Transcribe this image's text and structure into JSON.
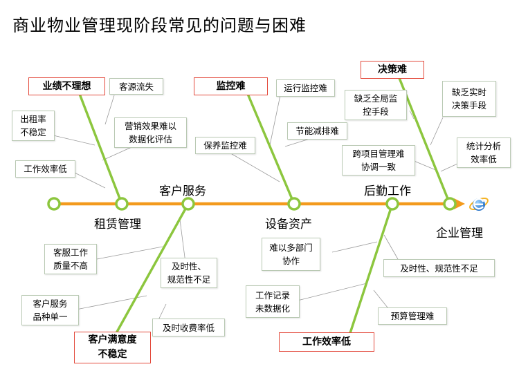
{
  "title": "商业物业管理现阶段常见的问题与困难",
  "spine": {
    "head_label": "企业管理",
    "head_icon": "browser-e-icon"
  },
  "branches": {
    "zulin": {
      "name": "租赁管理",
      "problem": "业绩不理想",
      "causes": [
        "客源流失",
        "出租率\n不稳定",
        "营销效果难以\n数据化评估",
        "工作效率低"
      ]
    },
    "kehu": {
      "name": "客户服务",
      "problem": "客户满意度\n不稳定",
      "causes": [
        "客服工作\n质量不高",
        "及时性、\n规范性不足",
        "客户服务\n品种单一",
        "及时收费率低"
      ]
    },
    "shebei": {
      "name": "设备资产",
      "problem": "监控难",
      "causes": [
        "运行监控难",
        "节能减排难",
        "保养监控难"
      ]
    },
    "houqin": {
      "name": "后勤工作",
      "problem": "工作效率低",
      "causes": [
        "难以多部门\n协作",
        "及时性、规范性不足",
        "工作记录\n未数据化",
        "预算管理难"
      ]
    },
    "juece": {
      "problem": "决策难",
      "causes": [
        "缺乏全局监\n控手段",
        "缺乏实时\n决策手段",
        "跨项目管理难\n协调一致",
        "统计分析\n效率低"
      ]
    }
  },
  "colors": {
    "spine": "#f39a1d",
    "bone": "#8cc63e",
    "node": "#8cc63e",
    "problem_border": "#e3483a",
    "box_border": "#b9c9b3"
  }
}
